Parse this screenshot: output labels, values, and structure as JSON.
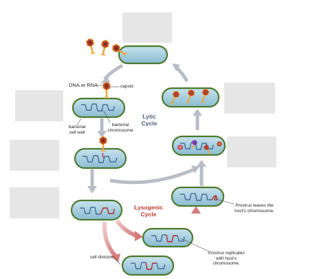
{
  "labels": {
    "dna_or_rna": "DNA or RNA",
    "capsid": "capsid",
    "bacterial_cell_wall": [
      "bacterial",
      "cell wall"
    ],
    "bacterial_chromosome": [
      "bacterial",
      "chromosome"
    ],
    "lytic_cycle": [
      "Lytic",
      "Cycle"
    ],
    "lysogenic_cycle": [
      "Lysogenic",
      "Cycle"
    ],
    "provirus_leaves": [
      "Provirus leaves the",
      "host's chromosome."
    ],
    "provirus_replicates": [
      "Provirus replicates",
      "with host's",
      "chromosome."
    ],
    "cell_division": "cell division"
  },
  "colors": {
    "cell_fill": "#a7cfe0",
    "cell_border": "#4a7a2e",
    "arrow_gray": "#b9bdc6",
    "arrow_pink": "#d98b8b",
    "lysogenic_text": "#c0392b",
    "lytic_text": "#4a5a78",
    "phage_head": "#b4432f",
    "phage_tail": "#e9a93a",
    "provirus": "#b22a2a",
    "chromosome": "#3a5a8c",
    "blank_box": "#e6e6e6"
  }
}
